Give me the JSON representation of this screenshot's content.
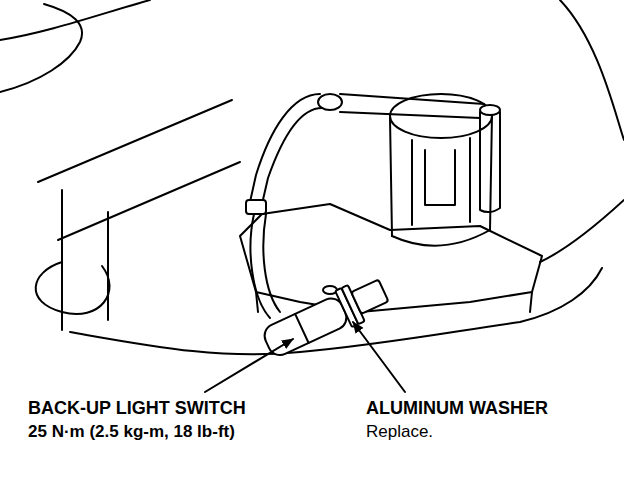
{
  "diagram": {
    "labels": [
      "BACK-UP LIGHT SWITCH",
      "25 N·m (2.5 kg-m, 18 lb-ft)",
      "ALUMINUM WASHER",
      "Replace."
    ]
  }
}
